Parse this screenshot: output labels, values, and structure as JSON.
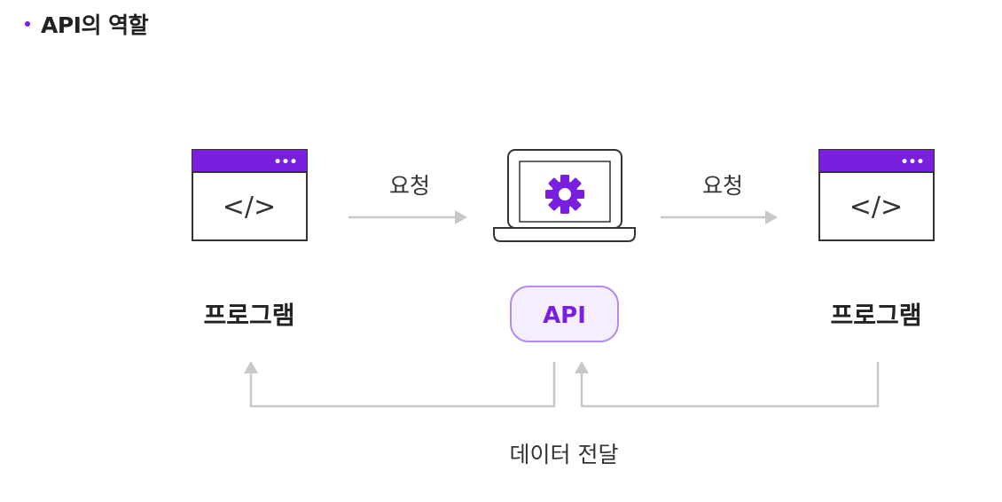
{
  "section": {
    "heading": "API의 역할"
  },
  "colors": {
    "accent": "#7a1fe0",
    "accent_light": "#f5effd",
    "accent_border": "#b58af0",
    "stroke": "#333333",
    "arrow": "#c8c8c8",
    "text": "#222222"
  },
  "nodes": {
    "left": {
      "icon": "browser-code-window",
      "dots": "•••",
      "code": "</>",
      "label": "프로그램"
    },
    "center": {
      "icon": "laptop-gear",
      "label": "API"
    },
    "right": {
      "icon": "browser-code-window",
      "dots": "•••",
      "code": "</>",
      "label": "프로그램"
    }
  },
  "edges": {
    "request_left": "요청",
    "request_right": "요청",
    "data_transfer": "데이터 전달"
  }
}
